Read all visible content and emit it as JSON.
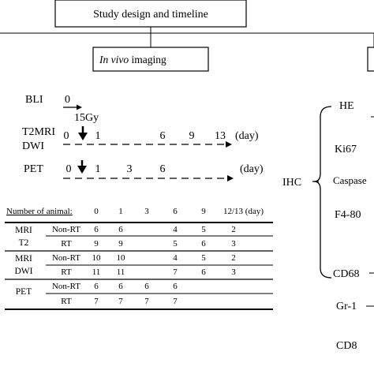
{
  "title": "Study design and timeline",
  "imaging_box": {
    "italic": "In vivo",
    "rest": " imaging"
  },
  "bli": {
    "label": "BLI",
    "day0": "0"
  },
  "dose": "15Gy",
  "t2mri": {
    "label1": "T2MRI",
    "label2": "DWI",
    "days": [
      "0",
      "1",
      "6",
      "9",
      "13"
    ],
    "unit": "(day)"
  },
  "pet": {
    "label": "PET",
    "days": [
      "0",
      "1",
      "3",
      "6"
    ],
    "unit": "(day)"
  },
  "table": {
    "header": [
      "Number of animal:",
      "0",
      "1",
      "3",
      "6",
      "9",
      "12/13 (day)"
    ],
    "groups": [
      {
        "labels": [
          "MRI",
          "T2"
        ],
        "rows": [
          {
            "group": "Non-RT",
            "values": [
              "6",
              "6",
              "",
              "4",
              "5",
              "2"
            ]
          },
          {
            "group": "RT",
            "values": [
              "9",
              "9",
              "",
              "5",
              "6",
              "3"
            ]
          }
        ]
      },
      {
        "labels": [
          "MRI",
          "DWI"
        ],
        "rows": [
          {
            "group": "Non-RT",
            "values": [
              "10",
              "10",
              "",
              "4",
              "5",
              "2"
            ]
          },
          {
            "group": "RT",
            "values": [
              "11",
              "11",
              "",
              "7",
              "6",
              "3"
            ]
          }
        ]
      },
      {
        "labels": [
          "PET"
        ],
        "rows": [
          {
            "group": "Non-RT",
            "values": [
              "6",
              "6",
              "6",
              "6",
              "",
              ""
            ]
          },
          {
            "group": "RT",
            "values": [
              "7",
              "7",
              "7",
              "7",
              "",
              ""
            ]
          }
        ]
      }
    ]
  },
  "ihc": {
    "label": "IHC",
    "items": [
      "HE",
      "Ki67",
      "Caspase",
      "F4-80",
      "CD68"
    ]
  },
  "extra_items": [
    "Gr-1",
    "CD8"
  ]
}
